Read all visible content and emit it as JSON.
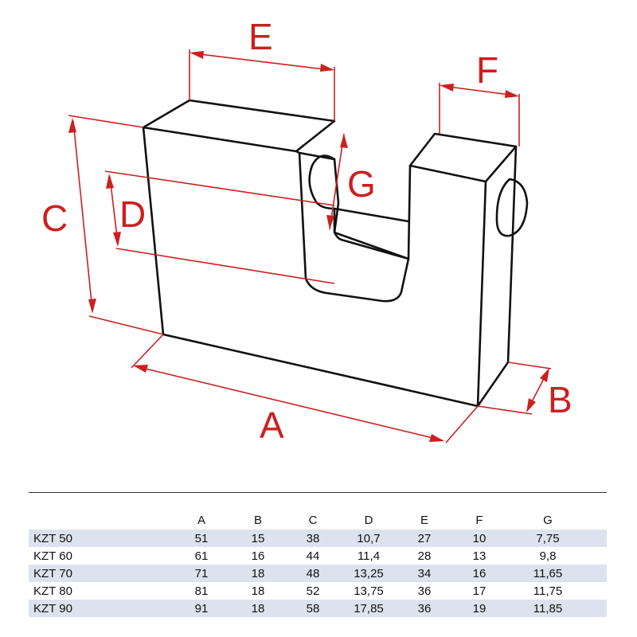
{
  "dimension_labels": {
    "A": "A",
    "B": "B",
    "C": "C",
    "D": "D",
    "E": "E",
    "F": "F",
    "G": "G"
  },
  "colors": {
    "dimension": "#cc1f1f",
    "outline": "#111111",
    "row_shade": "#dde3ee"
  },
  "table": {
    "headers": [
      "A",
      "B",
      "C",
      "D",
      "E",
      "F",
      "G"
    ],
    "rows": [
      {
        "model": "KZT 50",
        "values": [
          "51",
          "15",
          "38",
          "10,7",
          "27",
          "10",
          "7,75"
        ]
      },
      {
        "model": "KZT 60",
        "values": [
          "61",
          "16",
          "44",
          "11,4",
          "28",
          "13",
          "9,8"
        ]
      },
      {
        "model": "KZT 70",
        "values": [
          "71",
          "18",
          "48",
          "13,25",
          "34",
          "16",
          "11,65"
        ]
      },
      {
        "model": "KZT 80",
        "values": [
          "81",
          "18",
          "52",
          "13,75",
          "36",
          "17",
          "11,75"
        ]
      },
      {
        "model": "KZT 90",
        "values": [
          "91",
          "18",
          "58",
          "17,85",
          "36",
          "19",
          "11,85"
        ]
      }
    ]
  }
}
